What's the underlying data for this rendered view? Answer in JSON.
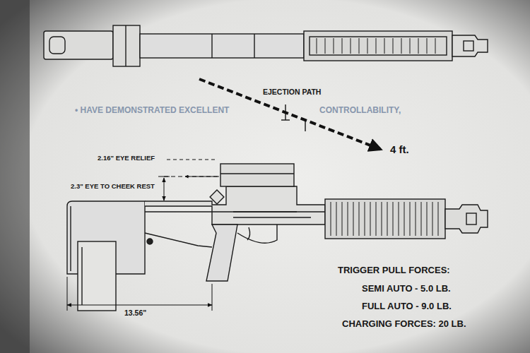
{
  "diagram": {
    "labels": [
      "EJECTION PATH",
      "4 ft.",
      "2.16\" EYE RELIEF",
      "2.3\" EYE TO CHEEK REST",
      "13.56\"",
      "TRIGGER PULL FORCES:",
      "SEMI AUTO - 5.0 LB.",
      "FULL AUTO - 9.0 LB.",
      "CHARGING FORCES: 20 LB.",
      "• HAVE DEMONSTRATED EXCELLENT",
      "CONTROLLABILITY,"
    ]
  }
}
